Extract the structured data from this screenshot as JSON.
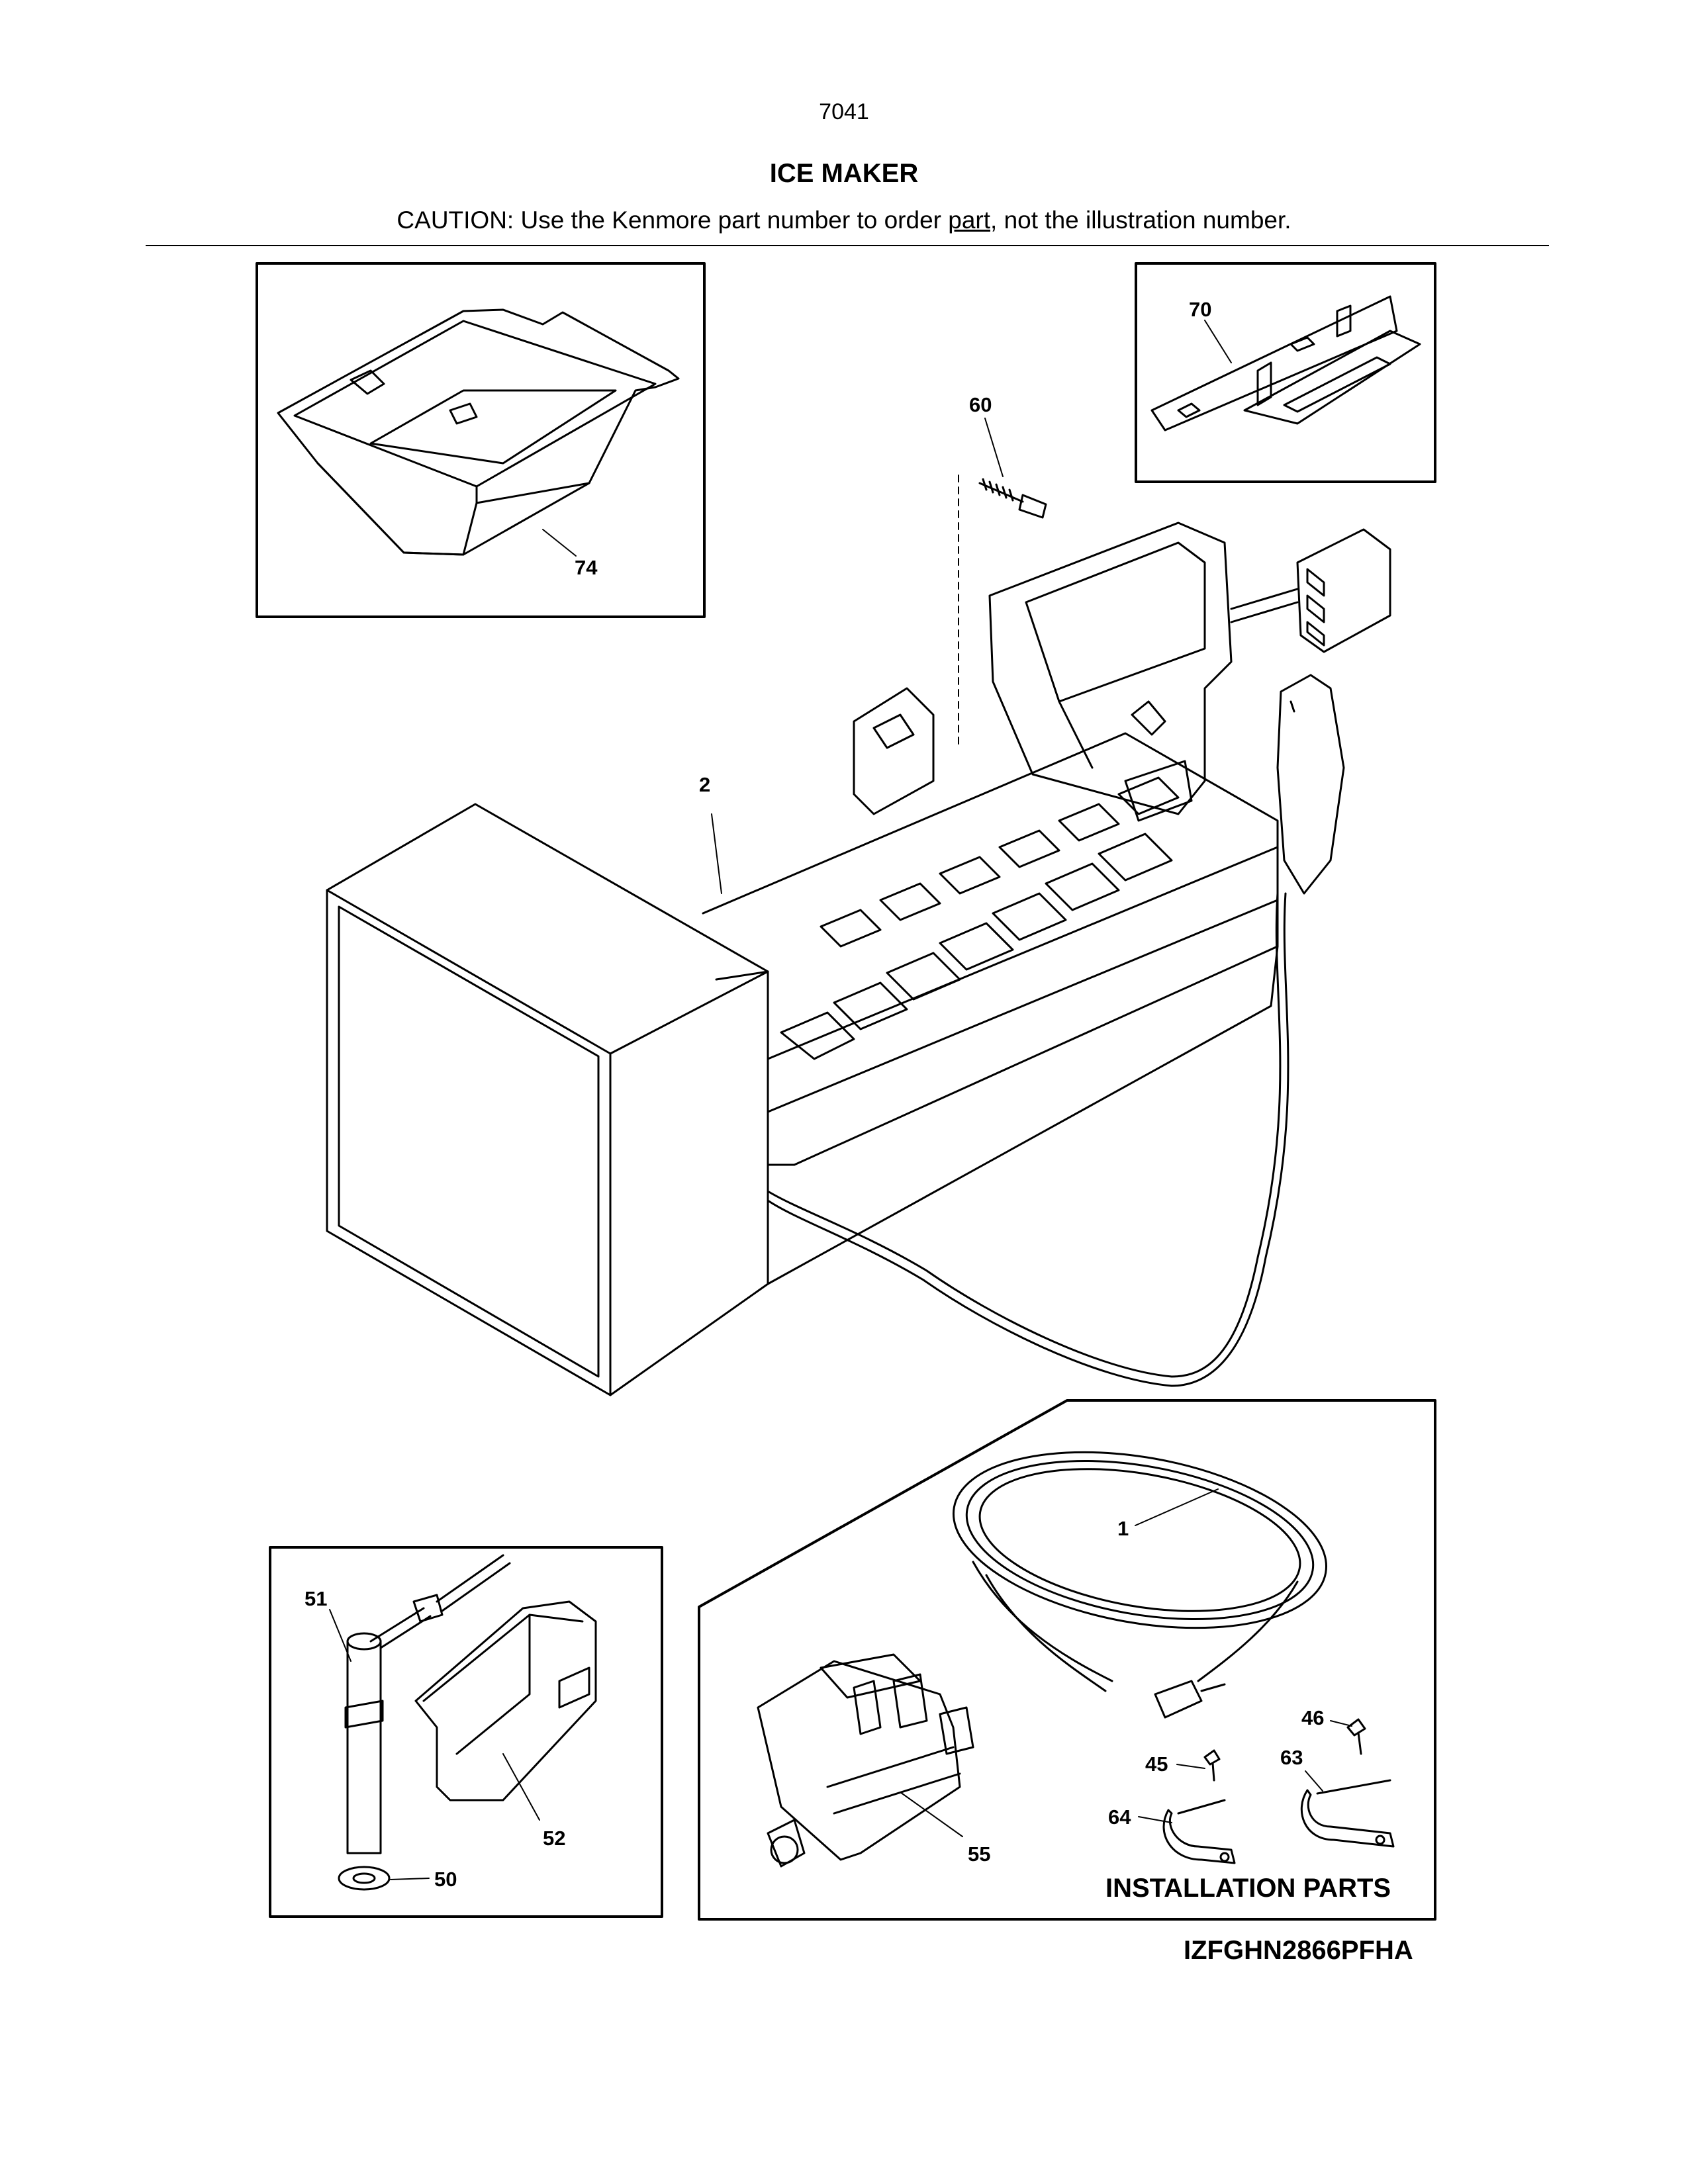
{
  "header": {
    "page_number": "7041",
    "title": "ICE MAKER",
    "caution_prefix": "CAUTION: Use the Kenmore part number to order ",
    "caution_underlined": "part",
    "caution_suffix": ", not the illustration number."
  },
  "callouts": {
    "p74": "74",
    "p70": "70",
    "p60": "60",
    "p2": "2",
    "p1": "1",
    "p51": "51",
    "p52": "52",
    "p50": "50",
    "p55": "55",
    "p46": "46",
    "p45": "45",
    "p63": "63",
    "p64": "64"
  },
  "installation_label": "INSTALLATION PARTS",
  "model_number": "IZFGHN2866PFHA"
}
